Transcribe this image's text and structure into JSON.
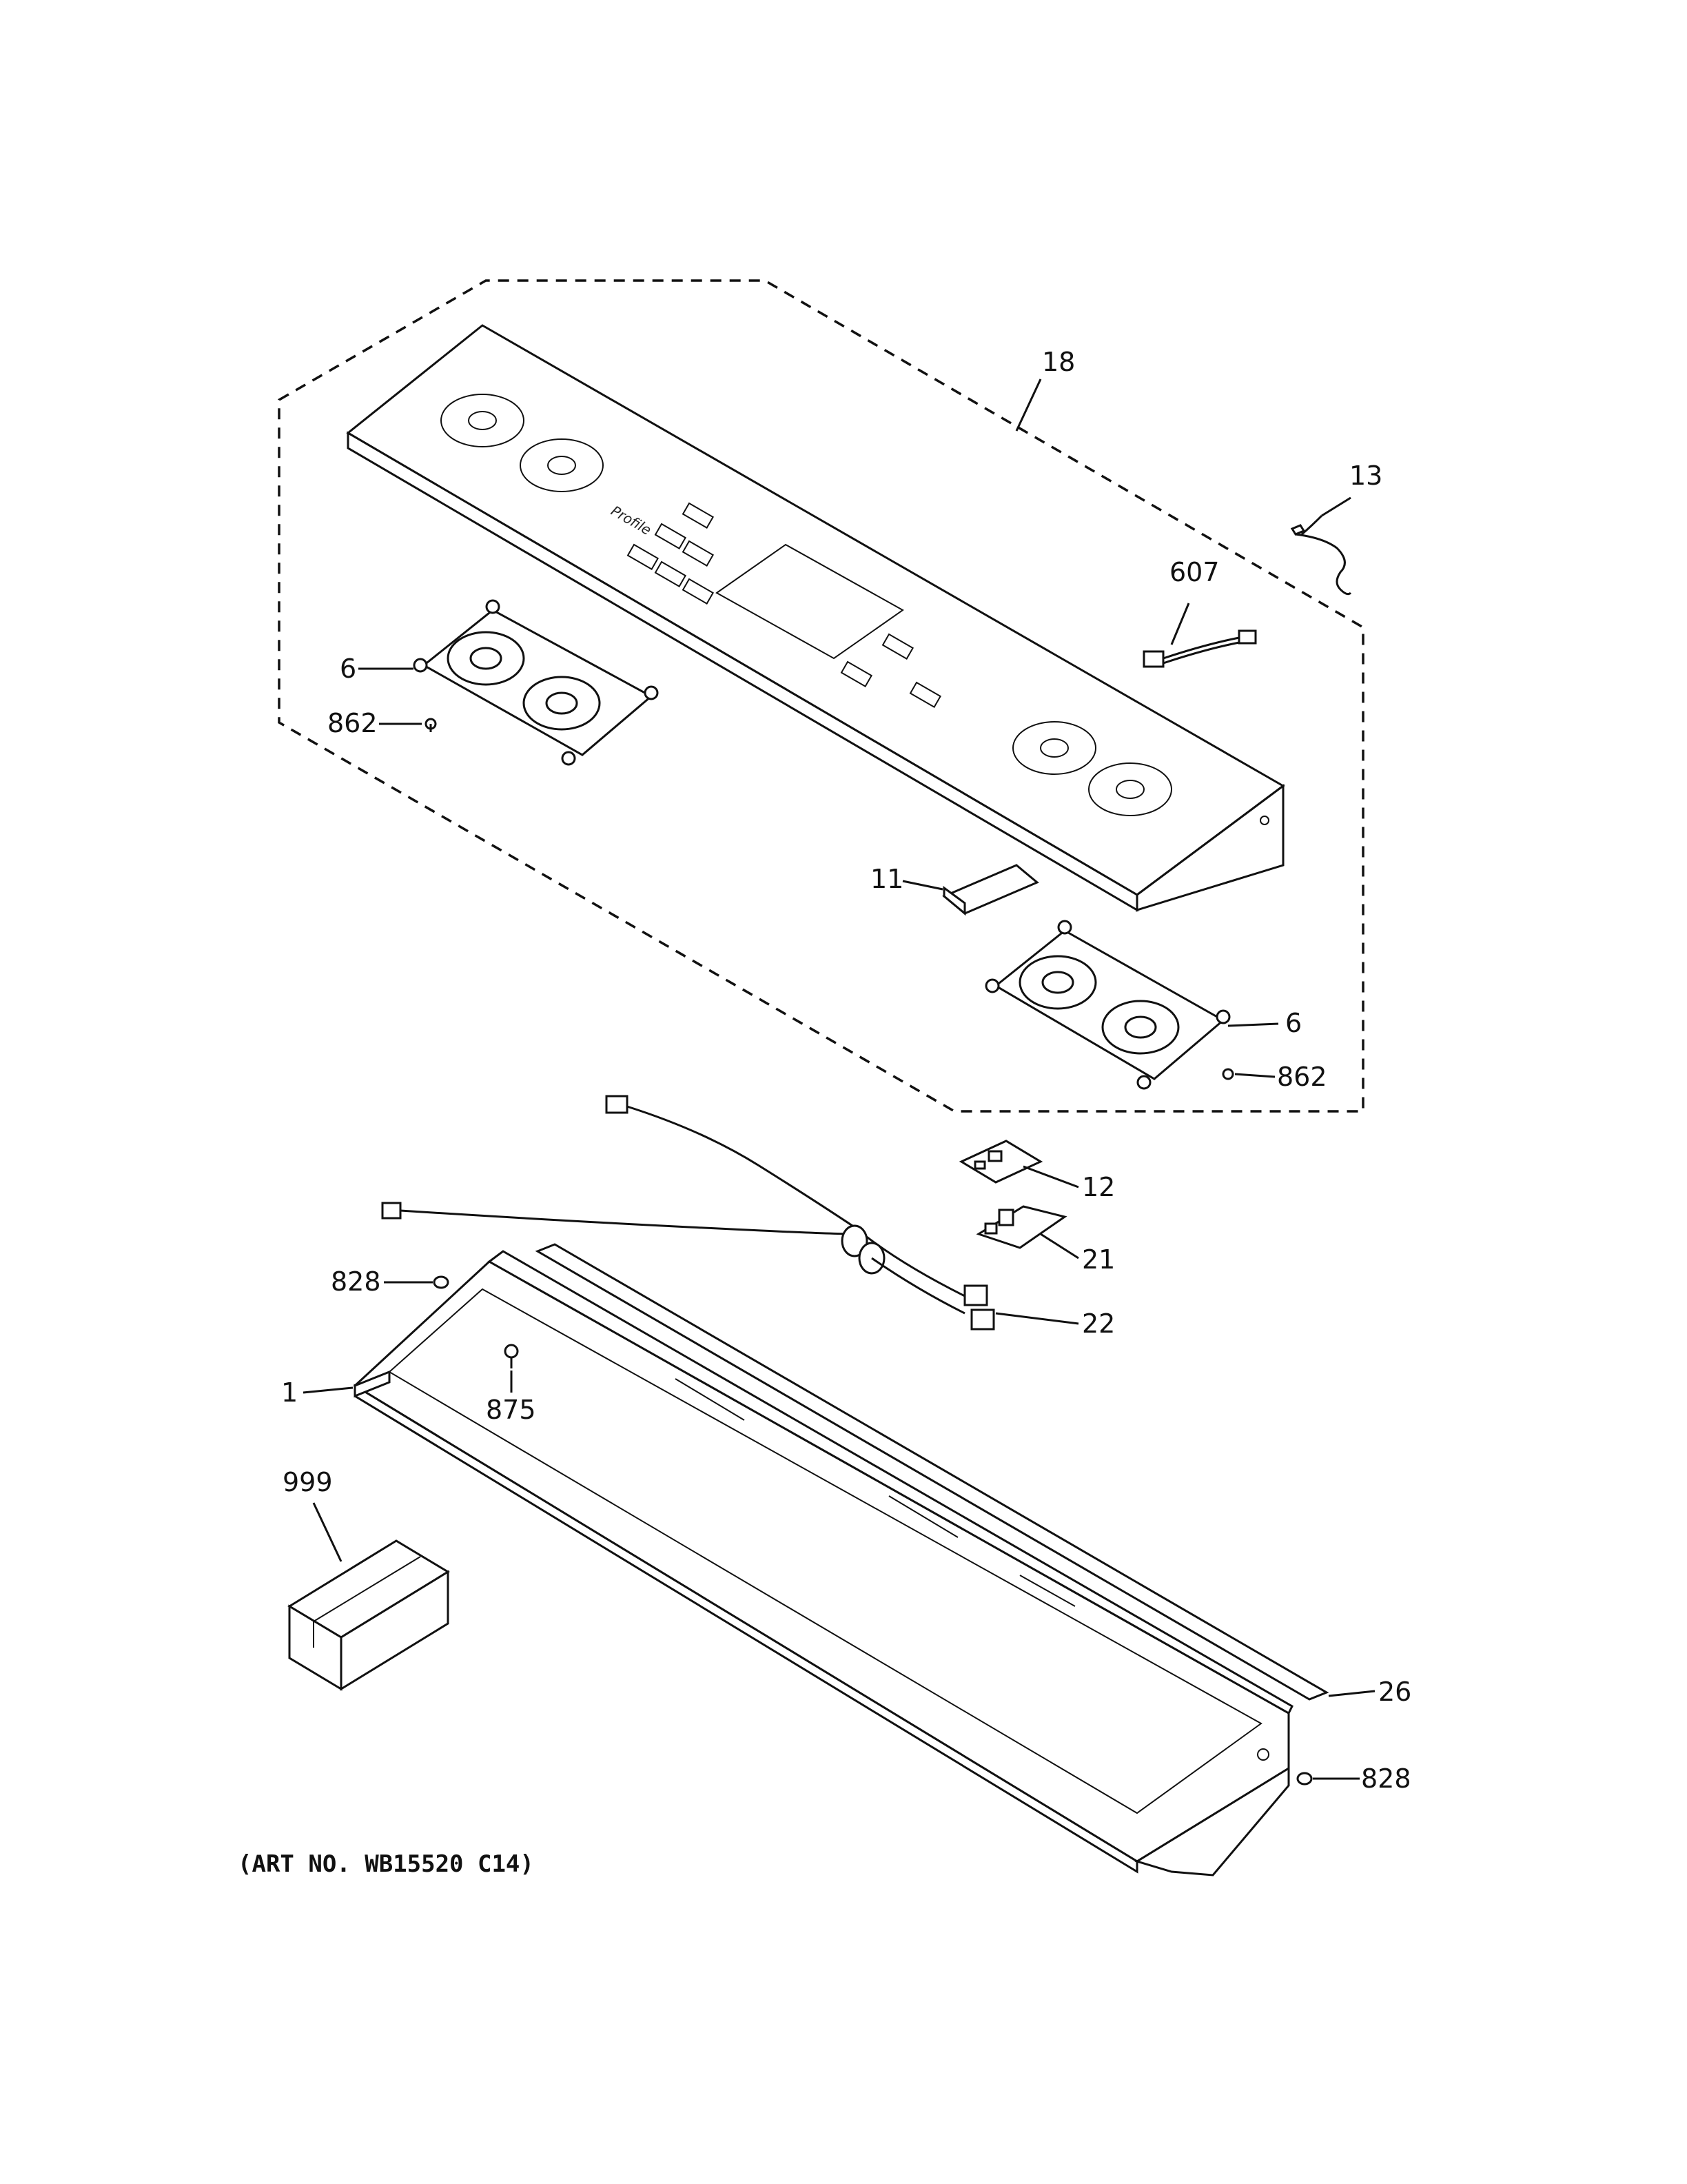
{
  "diagram": {
    "caption": "(ART NO. WB15520 C14)",
    "panel_brand": "Profile",
    "callouts": [
      {
        "id": "c18",
        "label": "18",
        "part": "control-panel-assembly"
      },
      {
        "id": "c13",
        "label": "13",
        "part": "wire-harness-short"
      },
      {
        "id": "c607",
        "label": "607",
        "part": "connector-harness"
      },
      {
        "id": "c6a",
        "label": "6",
        "part": "encoder-board-left"
      },
      {
        "id": "c862a",
        "label": "862",
        "part": "screw-left"
      },
      {
        "id": "c11",
        "label": "11",
        "part": "clip"
      },
      {
        "id": "c6b",
        "label": "6",
        "part": "encoder-board-right"
      },
      {
        "id": "c862b",
        "label": "862",
        "part": "screw-right"
      },
      {
        "id": "c12",
        "label": "12",
        "part": "circuit-board-small"
      },
      {
        "id": "c21",
        "label": "21",
        "part": "circuit-board-connector"
      },
      {
        "id": "c22",
        "label": "22",
        "part": "main-wire-harness"
      },
      {
        "id": "c828a",
        "label": "828",
        "part": "fastener-left"
      },
      {
        "id": "c1",
        "label": "1",
        "part": "backguard-frame"
      },
      {
        "id": "c875",
        "label": "875",
        "part": "screw-frame"
      },
      {
        "id": "c999",
        "label": "999",
        "part": "parts-box"
      },
      {
        "id": "c26",
        "label": "26",
        "part": "trim-strip"
      },
      {
        "id": "c828b",
        "label": "828",
        "part": "fastener-right"
      }
    ]
  }
}
